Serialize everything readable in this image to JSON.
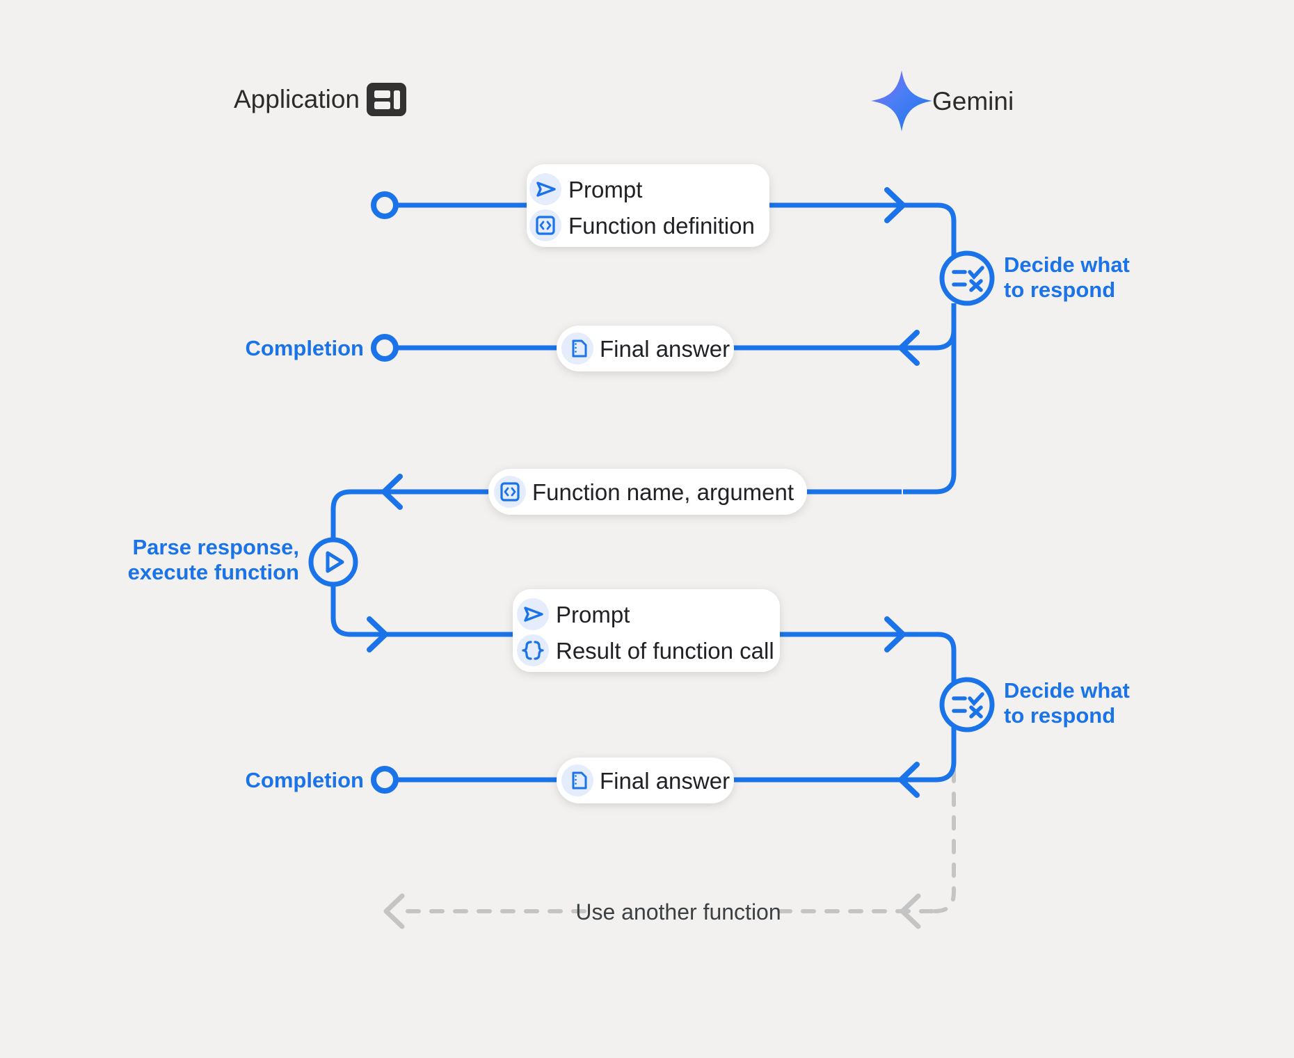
{
  "page": {
    "background": "#f2f1ef",
    "accent_blue": "#1a73e8",
    "lifeline_gray": "#c4c4c4",
    "text_dark": "#202124"
  },
  "lanes": [
    {
      "id": "application",
      "label": "Application",
      "icon": "app-dashboard-icon"
    },
    {
      "id": "gemini",
      "label": "Gemini",
      "icon": "gemini-sparkle-icon"
    }
  ],
  "side_labels": {
    "completion_1": "Completion",
    "completion_2": "Completion",
    "parse_line_1": "Parse response,",
    "parse_line_2": "execute function",
    "decide_1_line_1": "Decide what",
    "decide_1_line_2": "to respond",
    "decide_2_line_1": "Decide what",
    "decide_2_line_2": "to respond"
  },
  "messages": [
    {
      "id": "request-1",
      "direction": "app-to-gemini",
      "rows": [
        {
          "icon": "send-prompt-icon",
          "label": "Prompt"
        },
        {
          "icon": "code-brackets-icon",
          "label": "Function definition"
        }
      ]
    },
    {
      "id": "final-answer-1",
      "direction": "gemini-to-app",
      "rows": [
        {
          "icon": "document-icon",
          "label": "Final answer"
        }
      ]
    },
    {
      "id": "function-call",
      "direction": "gemini-to-app",
      "rows": [
        {
          "icon": "code-brackets-icon",
          "label": "Function name,  argument"
        }
      ]
    },
    {
      "id": "request-2",
      "direction": "app-to-gemini",
      "rows": [
        {
          "icon": "send-prompt-icon",
          "label": "Prompt"
        },
        {
          "icon": "curly-braces-icon",
          "label": "Result of function call"
        }
      ]
    },
    {
      "id": "final-answer-2",
      "direction": "gemini-to-app",
      "rows": [
        {
          "icon": "document-icon",
          "label": "Final answer"
        }
      ]
    }
  ],
  "loop": {
    "label": "Use another function",
    "style": "dashed",
    "color": "#c4c4c4"
  },
  "nodes": {
    "start_node": "start-circle",
    "decision_icon": "checklist-decide-icon",
    "execute_icon": "play-execute-icon"
  }
}
